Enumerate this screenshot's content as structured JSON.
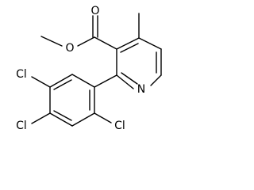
{
  "molecule": {
    "atoms": {
      "O_carbonyl": "O",
      "O_ester": "O",
      "N_ring": "N",
      "Cl_top": "Cl",
      "Cl_left": "Cl",
      "Cl_right": "Cl"
    }
  },
  "colors": {
    "bond": "#000000",
    "background": "#ffffff"
  }
}
